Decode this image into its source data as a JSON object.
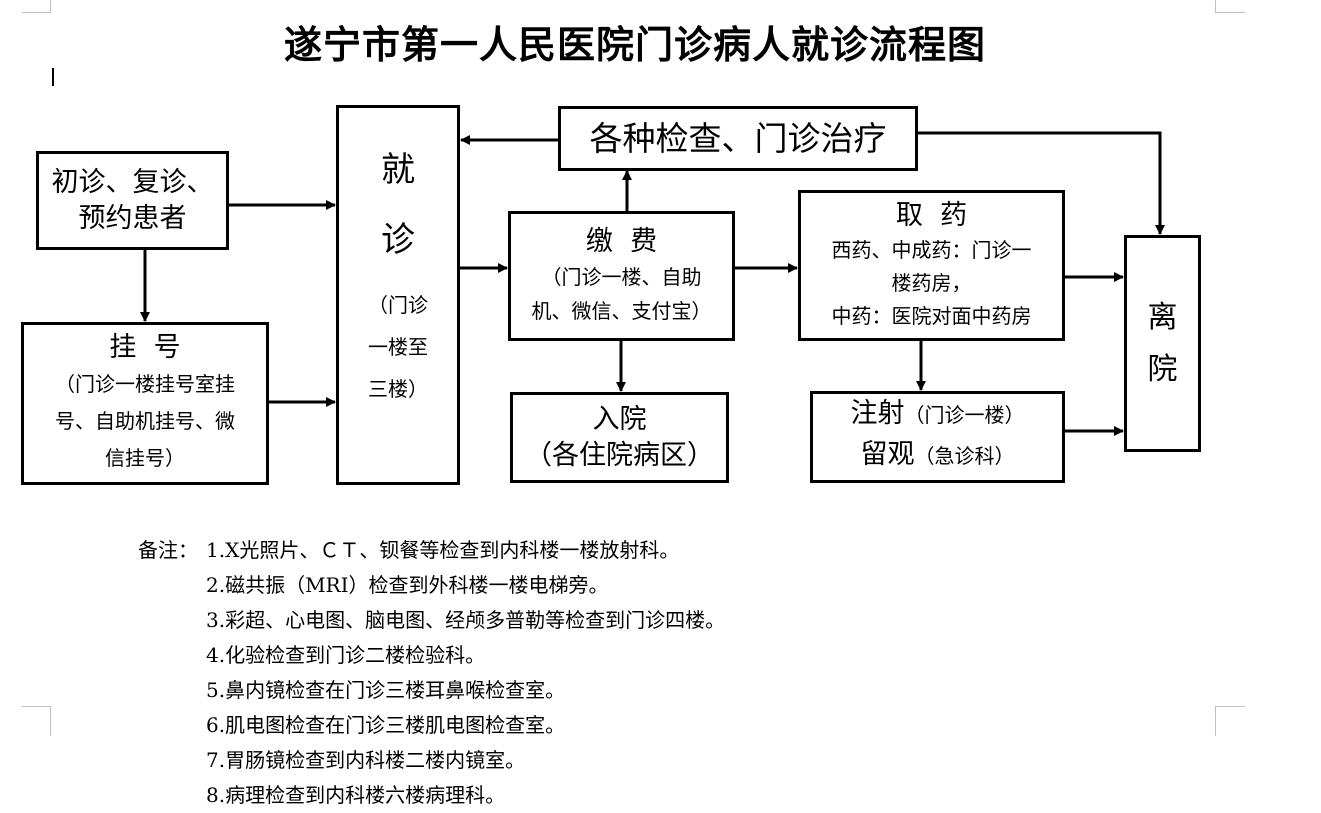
{
  "title": "遂宁市第一人民医院门诊病人就诊流程图",
  "boxes": {
    "first_visit": {
      "line1": "初诊、复诊、",
      "line2": "预约患者"
    },
    "register": {
      "title": "挂  号",
      "line1": "（门诊一楼挂号室挂",
      "line2": "号、自助机挂号、微",
      "line3": "信挂号）"
    },
    "consult": {
      "c1": "就",
      "c2": "诊",
      "line1": "（门诊",
      "line2": "一楼至",
      "line3": "三楼）"
    },
    "exam": {
      "label": "各种检查、门诊治疗"
    },
    "pay": {
      "title": "缴  费",
      "line1": "（门诊一楼、自助",
      "line2": "机、微信、支付宝）"
    },
    "admit": {
      "title": "入院",
      "line1": "（各住院病区）"
    },
    "medicine": {
      "title": "取  药",
      "line1": "西药、中成药：门诊一",
      "line2": "楼药房，",
      "line3": "中药：医院对面中药房"
    },
    "injection": {
      "line1_main": "注射",
      "line1_sub": "（门诊一楼）",
      "line2_main": "留观",
      "line2_sub": "（急诊科）"
    },
    "leave": {
      "c1": "离",
      "c2": "院"
    }
  },
  "notes": {
    "label": "备注：",
    "items": [
      "1.X光照片、ＣＴ、钡餐等检查到内科楼一楼放射科。",
      "2.磁共振（MRI）检查到外科楼一楼电梯旁。",
      "3.彩超、心电图、脑电图、经颅多普勒等检查到门诊四楼。",
      "4.化验检查到门诊二楼检验科。",
      "5.鼻内镜检查在门诊三楼耳鼻喉检查室。",
      "6.肌电图检查在门诊三楼肌电图检查室。",
      "7.胃肠镜检查到内科楼二楼内镜室。",
      "8.病理检查到内科楼六楼病理科。"
    ]
  }
}
